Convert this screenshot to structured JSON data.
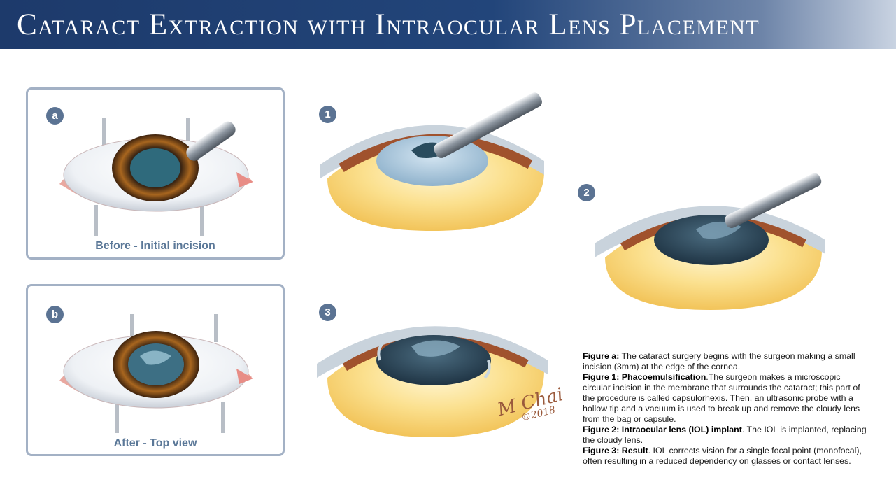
{
  "title": "Cataract Extraction with Intraocular Lens Placement",
  "panels": {
    "a": {
      "badge": "a",
      "caption": "Before - Initial incision"
    },
    "b": {
      "badge": "b",
      "caption": "After - Top view"
    }
  },
  "figures": {
    "f1": {
      "badge": "1"
    },
    "f2": {
      "badge": "2"
    },
    "f3": {
      "badge": "3"
    }
  },
  "signature": {
    "name": "M Chai",
    "year": "©2018"
  },
  "description": [
    {
      "label": "Figure a:",
      "text": " The cataract surgery begins with the surgeon making a small incision (3mm) at the edge of the cornea."
    },
    {
      "label": "Figure 1: Phacoemulsification",
      "text": ".The surgeon makes a microscopic circular incision in the membrane that surrounds the cataract; this part of the procedure is called capsulorhexis. Then, an ultrasonic probe with a hollow tip and a vacuum is used to break up and remove the cloudy lens from the bag or capsule."
    },
    {
      "label": "Figure 2: Intraocular lens (IOL) implant",
      "text": ". The IOL is implanted, replacing the cloudy lens."
    },
    {
      "label": "Figure 3: Result",
      "text": ". IOL corrects vision for a single focal point (monofocal), often resulting in a reduced dependency on glasses or contact lenses."
    }
  ]
}
